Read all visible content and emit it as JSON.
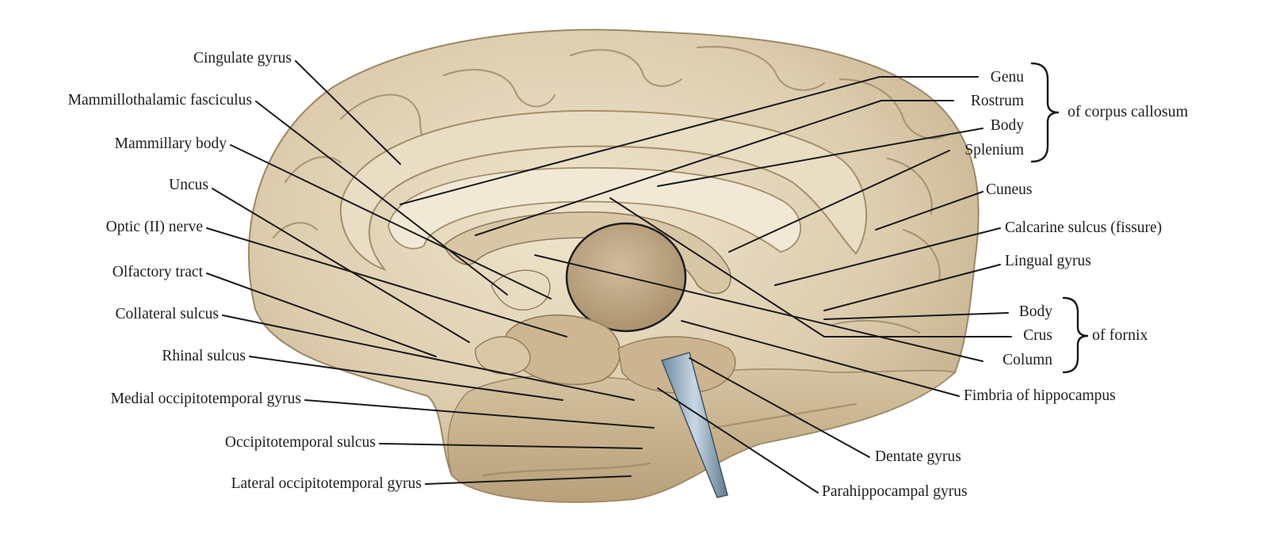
{
  "labels": {
    "cingulate_gyrus": "Cingulate gyrus",
    "mammillothalamic_fasciculus": "Mammillothalamic fasciculus",
    "mammillary_body": "Mammillary body",
    "uncus": "Uncus",
    "optic_nerve": "Optic (II) nerve",
    "olfactory_tract": "Olfactory tract",
    "collateral_sulcus": "Collateral sulcus",
    "rhinal_sulcus": "Rhinal sulcus",
    "medial_occipitotemporal_gyrus": "Medial occipitotemporal gyrus",
    "occipitotemporal_sulcus": "Occipitotemporal sulcus",
    "lateral_occipitotemporal_gyrus": "Lateral occipitotemporal gyrus",
    "genu": "Genu",
    "rostrum": "Rostrum",
    "cc_body": "Body",
    "splenium": "Splenium",
    "corpus_callosum_group": "of corpus callosum",
    "cuneus": "Cuneus",
    "calcarine_sulcus": "Calcarine sulcus (fissure)",
    "lingual_gyrus": "Lingual gyrus",
    "fornix_body": "Body",
    "crus": "Crus",
    "column": "Column",
    "fornix_group": "of fornix",
    "fimbria": "Fimbria of hippocampus",
    "dentate_gyrus": "Dentate gyrus",
    "parahippocampal_gyrus": "Parahippocampal gyrus"
  },
  "colors": {
    "tissue_light": "#e8dcc2",
    "tissue_mid": "#d6c6a5",
    "tissue_shadow": "#b39f7d",
    "thalamus": "#c4ad8c",
    "callosum": "#efe7d4",
    "sulcus_line": "#8f7a5c",
    "leader_line": "#1a1a1a",
    "spatula": "#8fa9bd"
  }
}
